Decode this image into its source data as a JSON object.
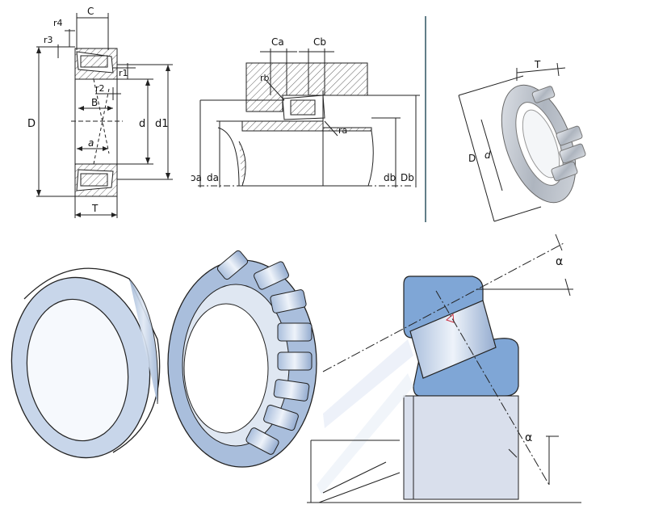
{
  "fig1": {
    "labels": {
      "C": "C",
      "r4": "r4",
      "r3": "r3",
      "r1": "r1",
      "r2": "r2",
      "B": "B",
      "D": "D",
      "d": "d",
      "d1": "d1",
      "a": "a",
      "T": "T"
    }
  },
  "fig2": {
    "labels": {
      "Ca": "Ca",
      "Cb": "Cb",
      "rb": "rb",
      "ra": "ra",
      "Da_partial": "ɔa",
      "da": "da",
      "db": "db",
      "Db": "Db"
    }
  },
  "fig3": {
    "labels": {
      "T": "T",
      "D": "D",
      "d": "d"
    }
  },
  "fig4": {
    "labels": {
      "alpha_top": "α",
      "alpha_bottom": "α"
    }
  },
  "colors": {
    "steel": "#c4cfdb",
    "steel_dark": "#8fa3bd",
    "blue_fill": "#7fa6d6",
    "blue_light": "#bcd0ea",
    "line": "#222222",
    "divider": "#2f5360"
  }
}
